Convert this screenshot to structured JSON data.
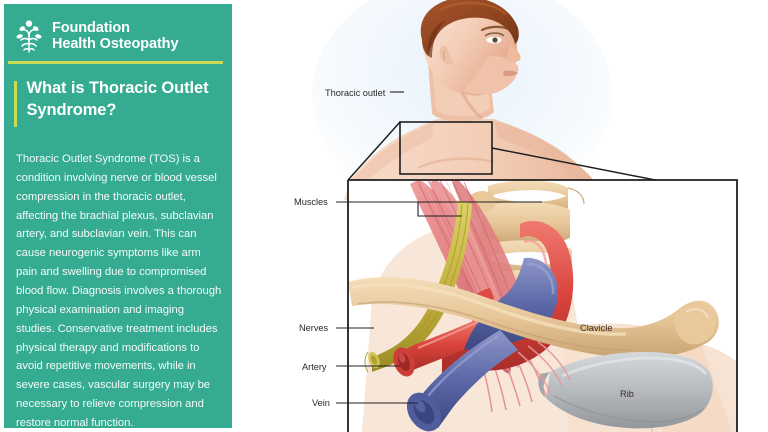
{
  "brand": {
    "icon": "tree-person-logo-icon",
    "line1": "Foundation",
    "line2": "Health Osteopathy"
  },
  "sidebar": {
    "title": "What is Thoracic Outlet Syndrome?",
    "body": "Thoracic Outlet Syndrome (TOS) is a condition involving nerve or blood vessel compression in the thoracic outlet, affecting the brachial plexus, subclavian artery, and subclavian vein. This can cause neurogenic symptoms like arm pain and swelling due to compromised blood flow. Diagnosis involves a thorough physical examination and imaging studies. Conservative treatment includes physical therapy and modifications to avoid repetitive movements, while in severe cases, vascular surgery may be necessary to relieve compression and restore normal function.",
    "background_color": "#35ab92",
    "accent_color": "#c9dc54",
    "text_color": "#ffffff"
  },
  "illustration": {
    "alt": "thoracic-outlet-anatomy-diagram",
    "callout_labels": {
      "thoracic_outlet": "Thoracic outlet",
      "muscles": "Muscles",
      "nerves": "Nerves",
      "artery": "Artery",
      "vein": "Vein"
    },
    "inline_labels": {
      "clavicle": "Clavicle",
      "rib": "Rib"
    },
    "colors": {
      "skin": "#f6d7c2",
      "bone": "#e8c79a",
      "muscle": "#e58a8a",
      "nerve": "#d4c24a",
      "artery": "#e0504a",
      "vein": "#5e6bab",
      "rib_bone": "#b9bcc0",
      "line": "#1f1f1f"
    }
  }
}
